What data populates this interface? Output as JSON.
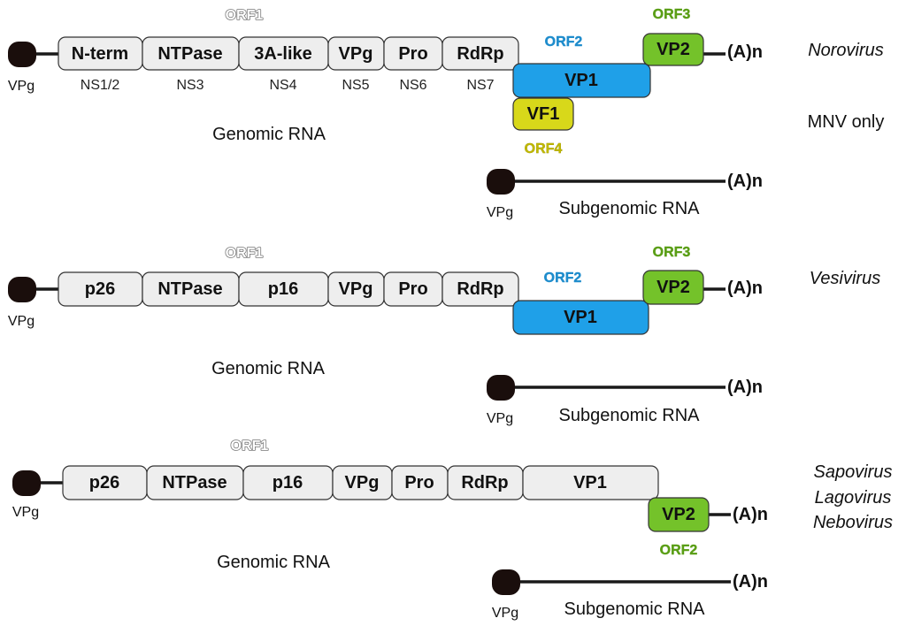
{
  "colors": {
    "vp1": "#1fa0e8",
    "vp2": "#74c22a",
    "vf1": "#d8d81a",
    "segment": "#eeeeee",
    "vpg_cap": "#1a0e0c"
  },
  "norovirus": {
    "orf1": "ORF1",
    "orf2": "ORF2",
    "orf3": "ORF3",
    "orf4": "ORF4",
    "segments": [
      {
        "label": "N-term",
        "sub": "NS1/2"
      },
      {
        "label": "NTPase",
        "sub": "NS3"
      },
      {
        "label": "3A-like",
        "sub": "NS4"
      },
      {
        "label": "VPg",
        "sub": "NS5"
      },
      {
        "label": "Pro",
        "sub": "NS6"
      },
      {
        "label": "RdRp",
        "sub": "NS7"
      }
    ],
    "vp1": "VP1",
    "vp2": "VP2",
    "vf1": "VF1",
    "polya": "(A)n",
    "vpg": "VPg",
    "genomic": "Genomic RNA",
    "subgenomic": "Subgenomic RNA",
    "sub_polya": "(A)n",
    "sub_vpg": "VPg",
    "genus": "Norovirus",
    "note": "MNV only"
  },
  "vesivirus": {
    "orf1": "ORF1",
    "orf2": "ORF2",
    "orf3": "ORF3",
    "segments": [
      "p26",
      "NTPase",
      "p16",
      "VPg",
      "Pro",
      "RdRp"
    ],
    "vp1": "VP1",
    "vp2": "VP2",
    "polya": "(A)n",
    "vpg": "VPg",
    "genomic": "Genomic RNA",
    "subgenomic": "Subgenomic RNA",
    "sub_polya": "(A)n",
    "sub_vpg": "VPg",
    "genus": "Vesivirus"
  },
  "sapovirus": {
    "orf1": "ORF1",
    "orf2": "ORF2",
    "segments": [
      "p26",
      "NTPase",
      "p16",
      "VPg",
      "Pro",
      "RdRp",
      "VP1"
    ],
    "vp2": "VP2",
    "polya": "(A)n",
    "vpg": "VPg",
    "genomic": "Genomic RNA",
    "subgenomic": "Subgenomic RNA",
    "sub_polya": "(A)n",
    "sub_vpg": "VPg",
    "genera": [
      "Sapovirus",
      "Lagovirus",
      "Nebovirus"
    ]
  }
}
